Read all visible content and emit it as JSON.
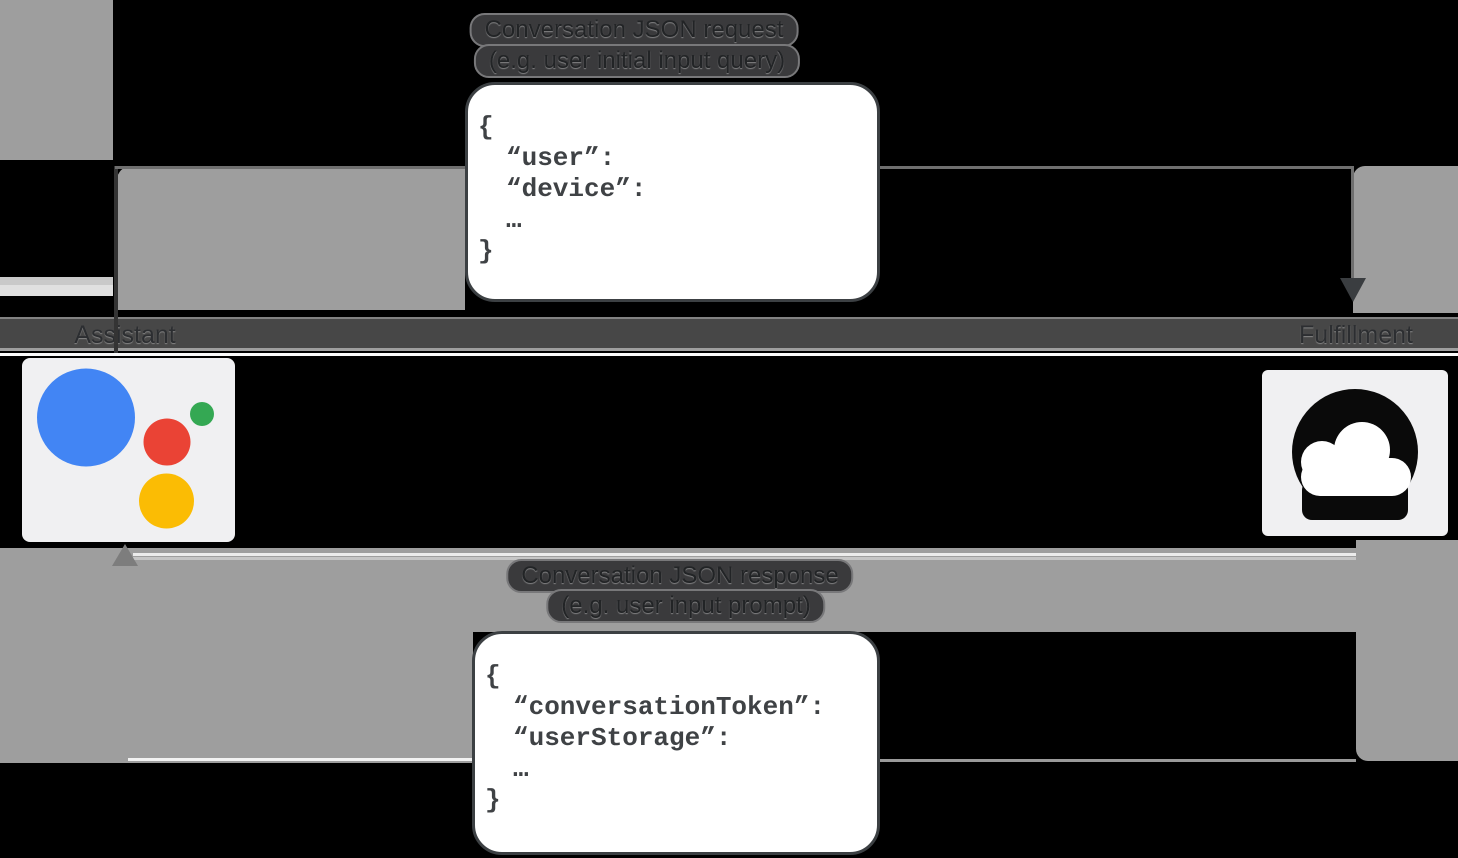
{
  "stage": {
    "request": {
      "label_line1": "Conversation JSON request",
      "label_line2": "(e.g. user initial input query)",
      "json": {
        "open": "{",
        "key1": "“user”:",
        "key2": "“device”:",
        "ellipsis": "…",
        "close": "}"
      }
    },
    "response": {
      "label_line1": "Conversation JSON response",
      "label_line2": "(e.g. user input prompt)",
      "json": {
        "open": "{",
        "key1": "“conversationToken”:",
        "key2": "“userStorage”:",
        "ellipsis": "…",
        "close": "}"
      }
    },
    "assistant": {
      "label": "Assistant",
      "icon": "google-assistant-logo"
    },
    "fulfillment": {
      "label": "Fulfillment",
      "icon": "cloud-icon"
    },
    "colors": {
      "assistant_blue": "#4285f4",
      "assistant_red": "#ea4335",
      "assistant_yellow": "#fbbc04",
      "assistant_green": "#34a853",
      "track_gray": "#9e9e9e",
      "card_bg": "#f0f0f2",
      "cloud_black": "#0a0a0a",
      "cloud_white": "#ffffff"
    }
  }
}
